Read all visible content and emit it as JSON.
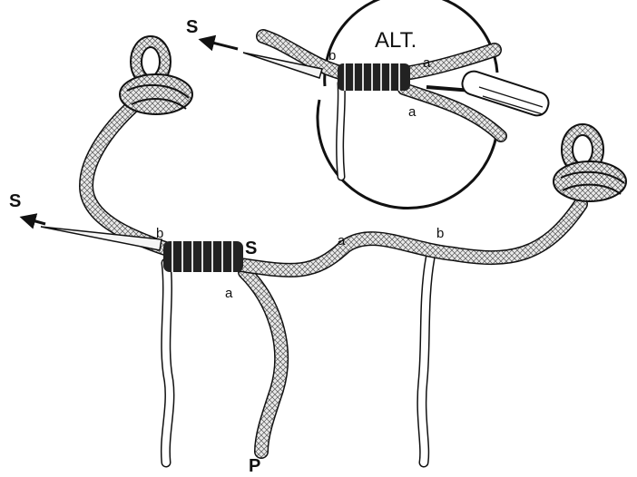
{
  "inset": {
    "title": "ALT."
  },
  "labels": {
    "main_s_arrow": "S",
    "main_b_left": "b",
    "main_s_junction": "S",
    "main_a_junction": "a",
    "main_a_middle": "a",
    "main_b_right": "b",
    "main_p_end": "P",
    "inset_s_arrow": "S",
    "inset_b": "b",
    "inset_a_upper": "a",
    "inset_a_lower": "a"
  },
  "colors": {
    "ink": "#111111",
    "rope_fill": "#e6e6e6",
    "background": "#ffffff"
  },
  "icons": [
    "splicing-fid-icon",
    "screwdriver-icon",
    "knot-icon"
  ]
}
